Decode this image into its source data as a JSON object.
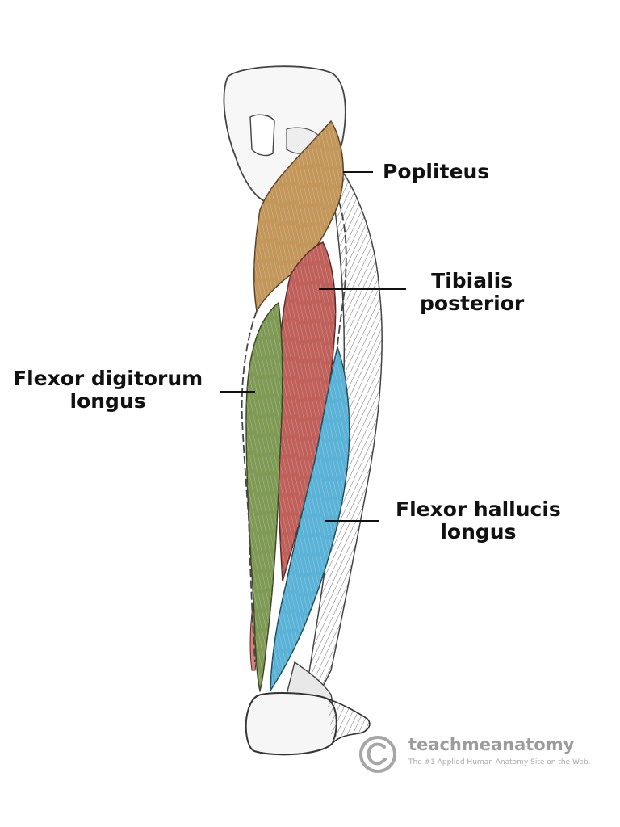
{
  "labels": {
    "popliteus": "Popliteus",
    "tibialis_posterior": [
      "Tibialis",
      "posterior"
    ],
    "flexor_digitorum_longus": [
      "Flexor digitorum",
      "longus"
    ],
    "flexor_hallucis_longus": [
      "Flexor hallucis",
      "longus"
    ]
  },
  "watermark": {
    "name": "teachmeanatomy",
    "tagline": "The #1 Applied Human Anatomy Site on the Web."
  },
  "colors": {
    "popliteus": "#c3965a",
    "tibialis_posterior": "#c0605a",
    "flexor_digitorum_longus": "#7f9a55",
    "flexor_hallucis_longus": "#5ab3d6",
    "bone_outline": "#444444",
    "muscle_shading": "#8a8a8a"
  }
}
